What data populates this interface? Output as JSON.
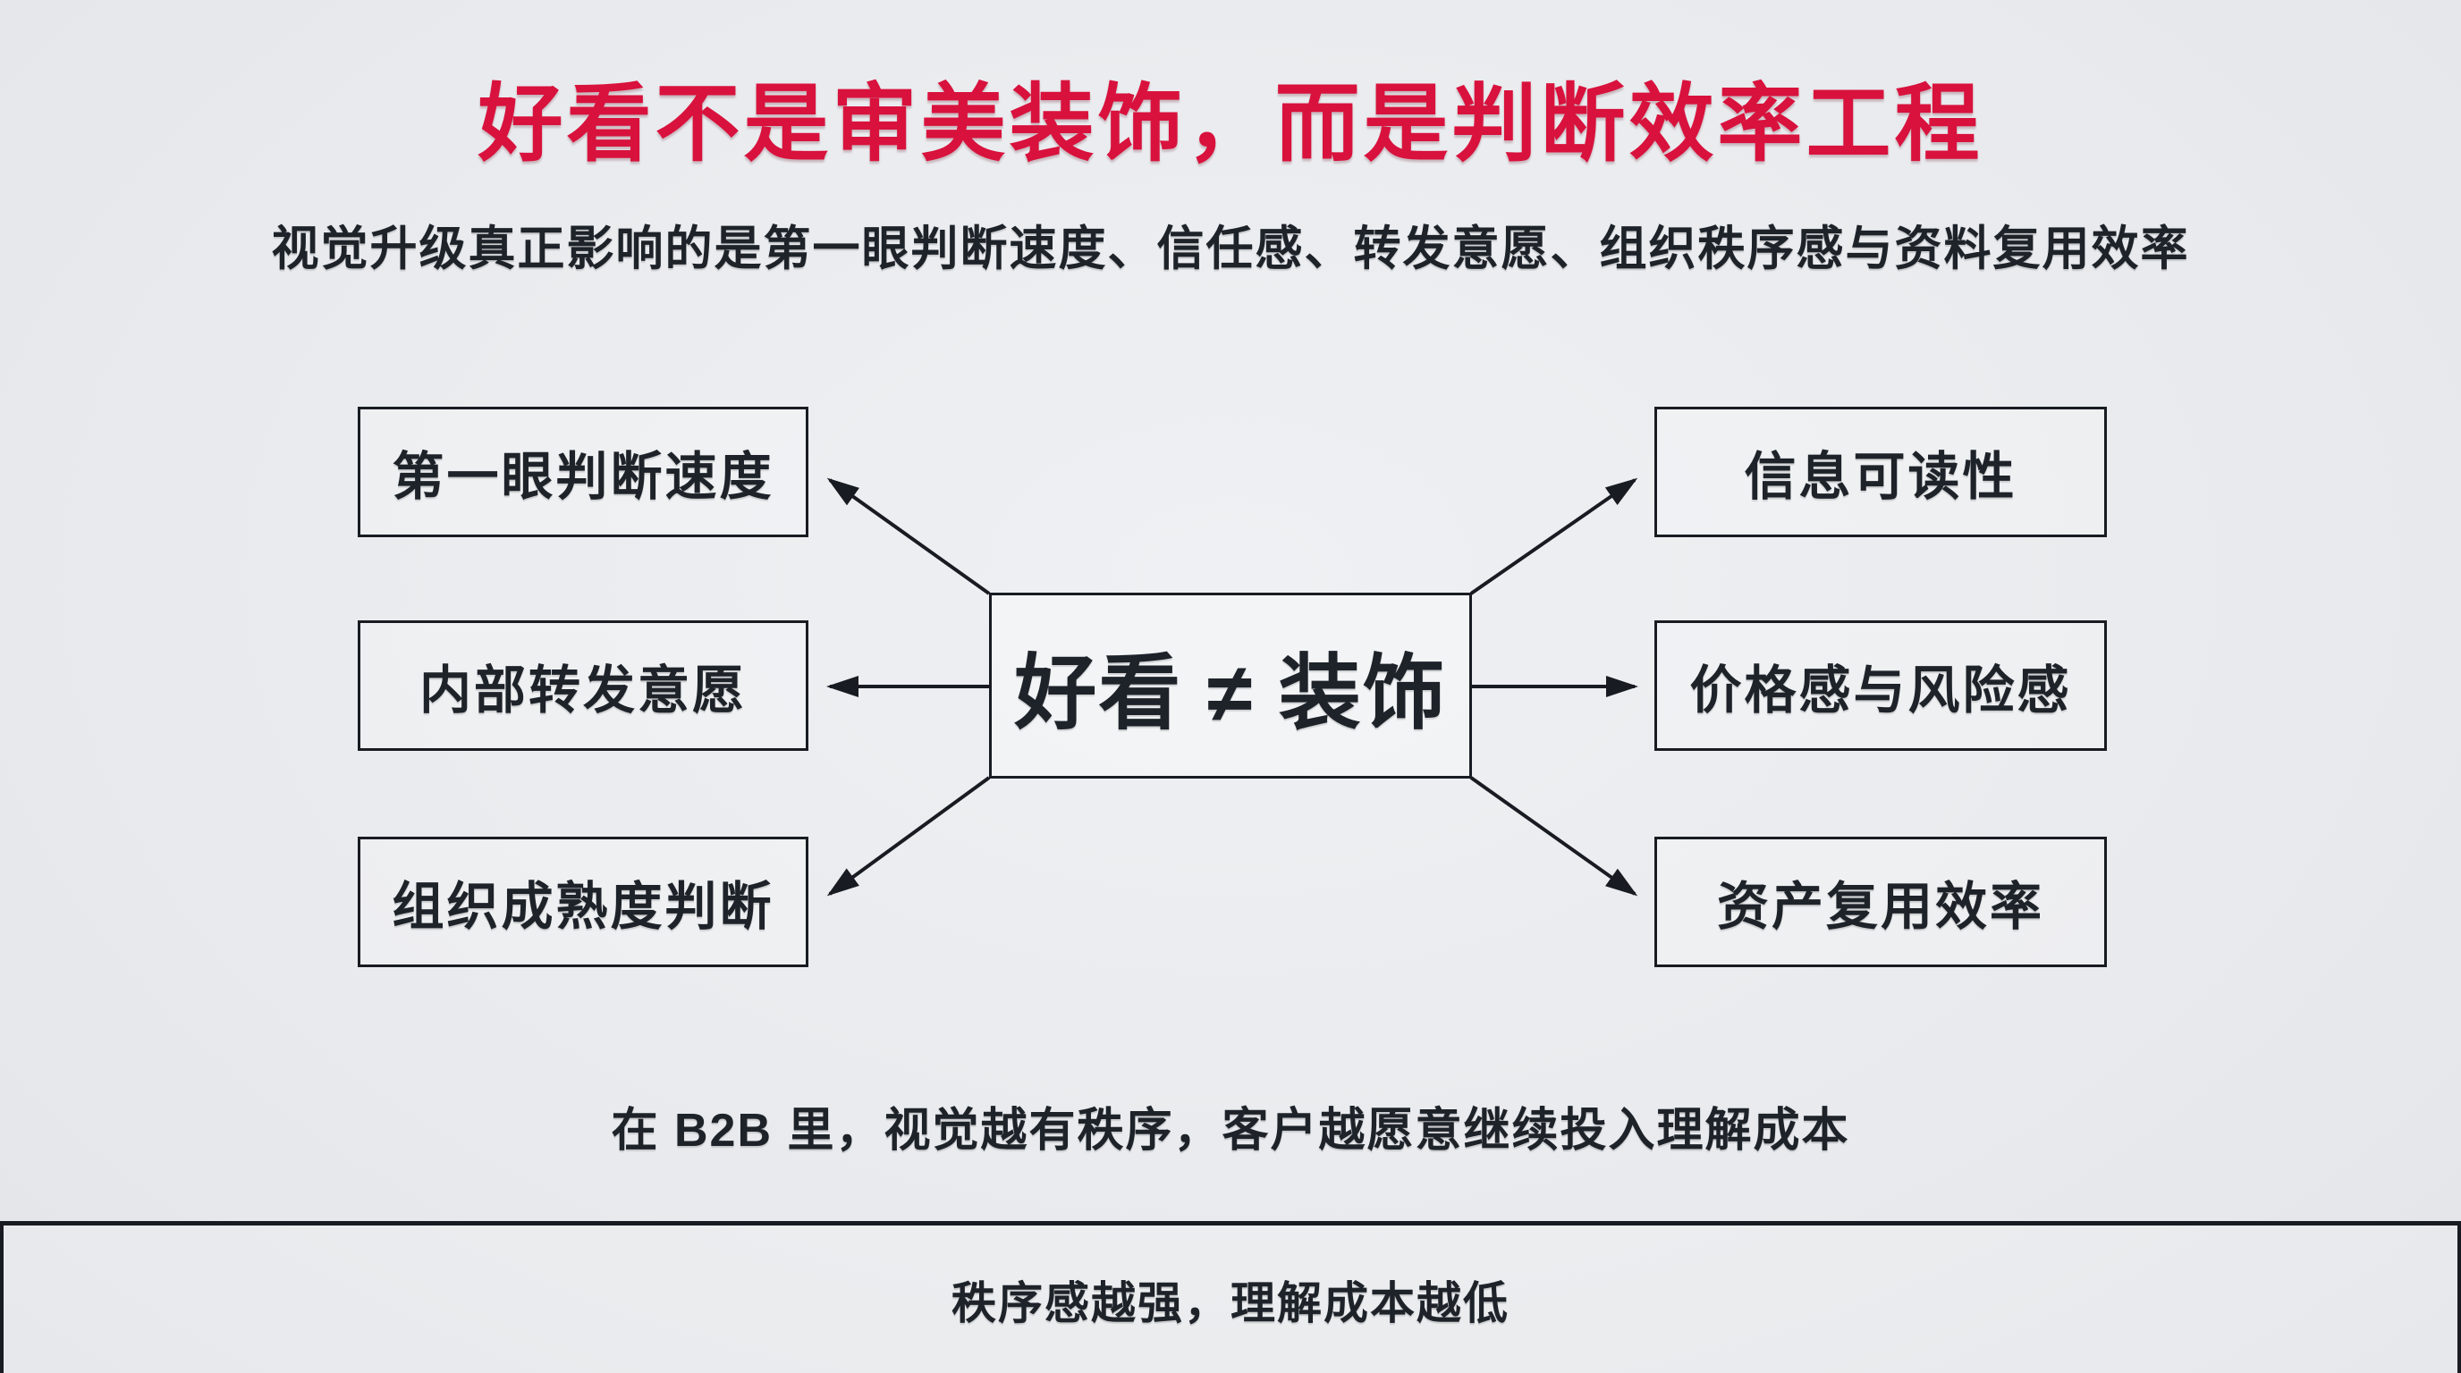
{
  "header": {
    "title": "好看不是审美装饰，而是判断效率工程",
    "subtitle": "视觉升级真正影响的是第一眼判断速度、信任感、转发意愿、组织秩序感与资料复用效率"
  },
  "diagram": {
    "center": "好看 ≠ 装饰",
    "left_nodes": [
      "第一眼判断速度",
      "内部转发意愿",
      "组织成熟度判断"
    ],
    "right_nodes": [
      "信息可读性",
      "价格感与风险感",
      "资产复用效率"
    ]
  },
  "notes": {
    "b2b_insight": "在 B2B 里，视觉越有秩序，客户越愿意继续投入理解成本"
  },
  "footer": {
    "text": "秩序感越强，理解成本越低"
  },
  "colors": {
    "accent": "#d8123d",
    "ink": "#1e232a",
    "background": "#e9ebee",
    "border": "#181c22"
  }
}
